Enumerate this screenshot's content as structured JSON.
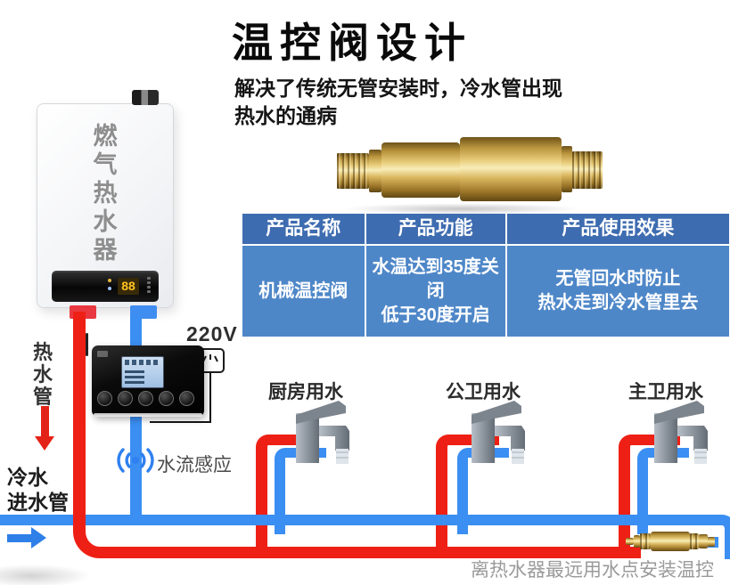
{
  "title": "温控阀设计",
  "subtitle": {
    "line1": "解决了传统无管安装时，冷水管出现",
    "line2": "热水的通病"
  },
  "table": {
    "headers": [
      "产品名称",
      "产品功能",
      "产品使用效果"
    ],
    "row": {
      "name": "机械温控阀",
      "function_line1": "水温达到35度关闭",
      "function_line2": "低于30度开启",
      "effect_line1": "无管回水时防止",
      "effect_line2": "热水走到冷水管里去"
    }
  },
  "heater": {
    "label_chars": [
      "燃",
      "气",
      "热",
      "水",
      "器"
    ],
    "display_value": "88"
  },
  "annotations": {
    "hot_pipe": "热水管",
    "cold_inlet_line1": "冷水",
    "cold_inlet_line2": "进水管",
    "voltage": "220V",
    "flow_sensor": "水流感应",
    "bottom_note": "离热水器最远用水点安装温控阀"
  },
  "taps": [
    {
      "label": "厨房用水"
    },
    {
      "label": "公卫用水"
    },
    {
      "label": "主卫用水"
    }
  ],
  "icons": [
    "wireless-signal-icon",
    "power-socket-icon",
    "down-arrow-icon",
    "right-arrow-icon",
    "faucet-icon"
  ],
  "colors": {
    "hot_pipe": "#ee2015",
    "cold_pipe": "#3b8ef2",
    "table_header_bg": "#3e6cb0",
    "table_body_bg": "#4e87c8",
    "brass": "#d9b65e",
    "display_digits": "#ffc222"
  }
}
